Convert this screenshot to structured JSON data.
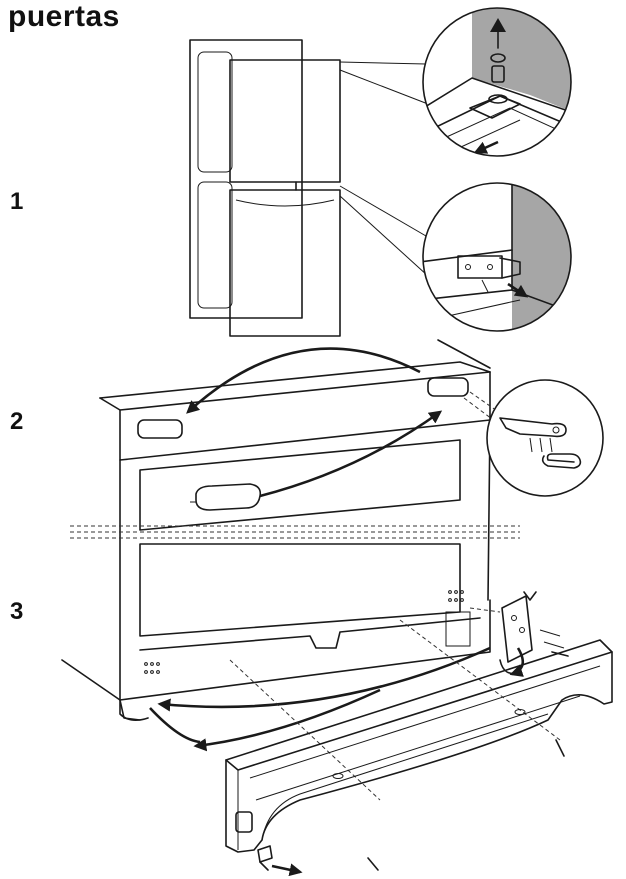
{
  "heading": {
    "title": "puertas"
  },
  "steps": [
    {
      "number": "1"
    },
    {
      "number": "2"
    },
    {
      "number": "3"
    }
  ],
  "colors": {
    "line": "#1a1a1a",
    "wall_gray": "#a6a6a6",
    "background": "#ffffff"
  },
  "icons": [
    "up-arrow-icon",
    "slide-out-arrow-icon",
    "curved-arrow-icon",
    "screw-icon",
    "hinge-icon"
  ]
}
